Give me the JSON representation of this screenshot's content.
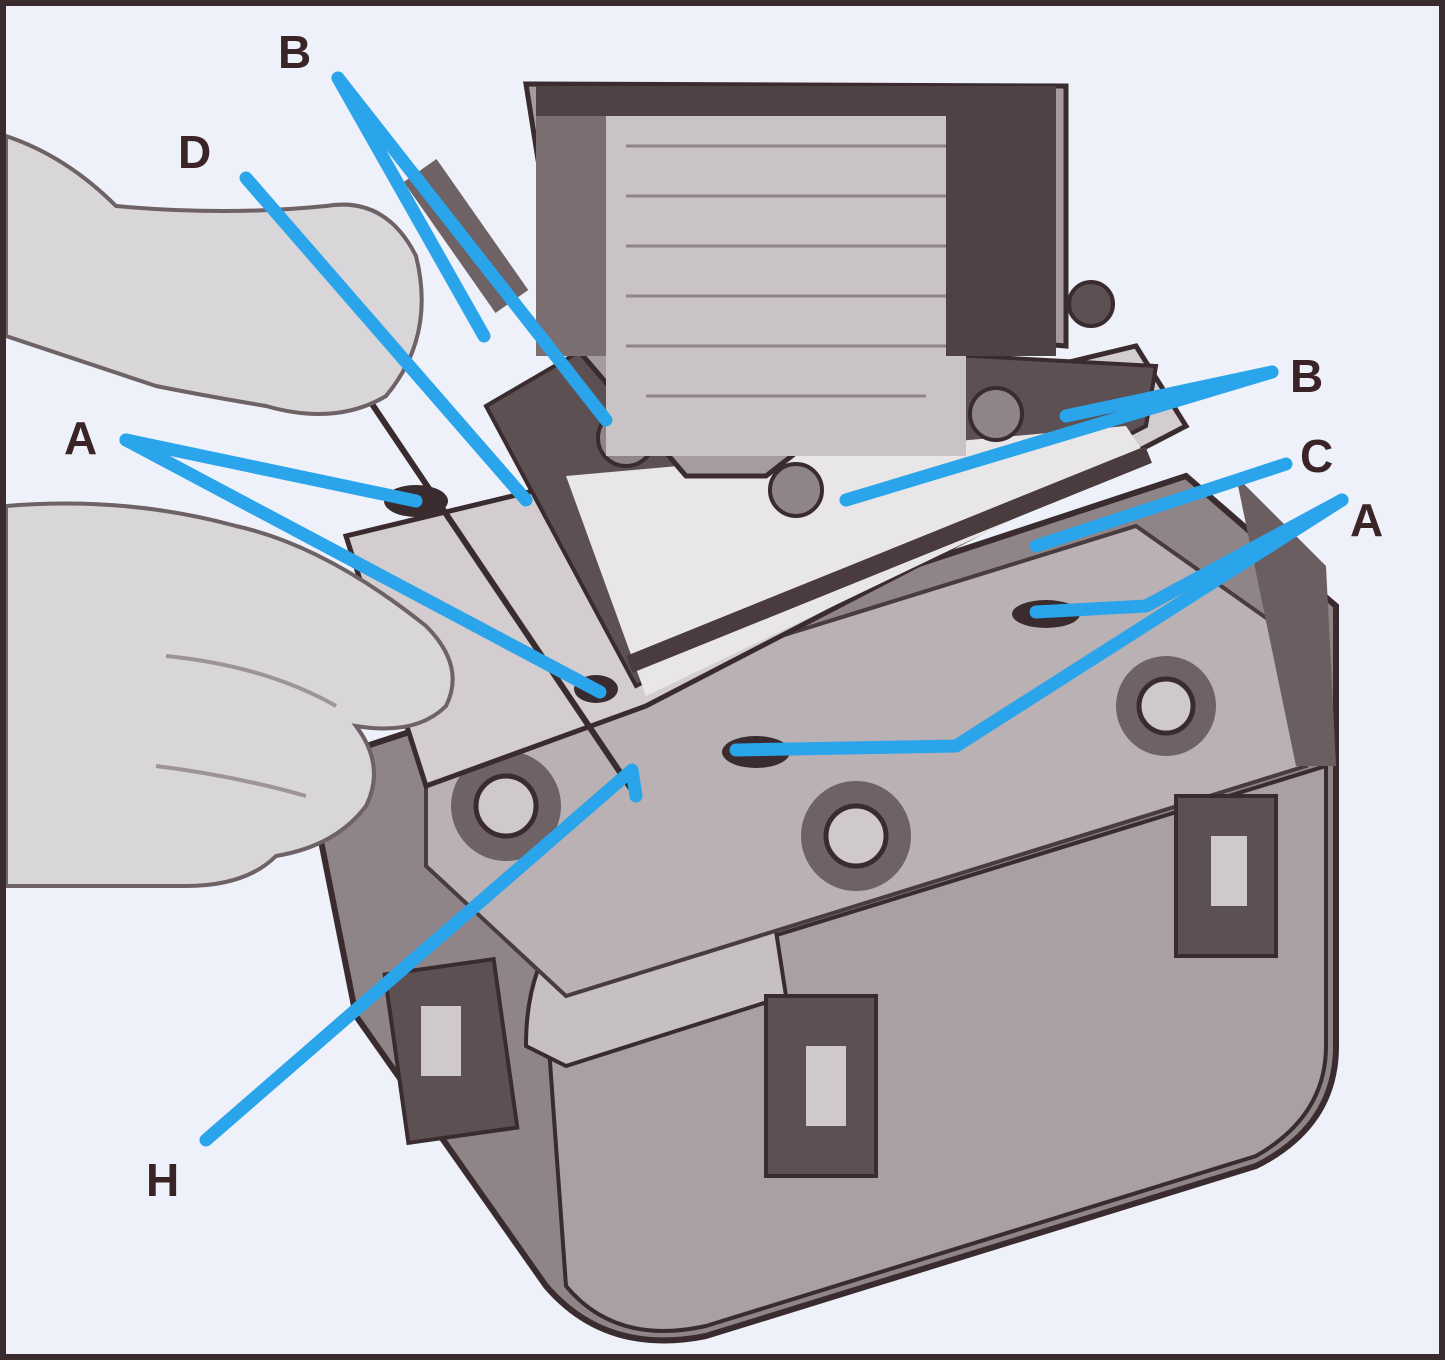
{
  "colors": {
    "background": "#eef1f9",
    "frame": "#3a2c2e",
    "leader": "#2aa4ea",
    "label": "#3a2426",
    "metal_dark": "#5d5053",
    "metal_mid": "#9e9496",
    "metal_light": "#cfc9cb",
    "hand": "#d9d6da"
  },
  "labels": {
    "b_top": "B",
    "d": "D",
    "a_left": "A",
    "b_right": "B",
    "c": "C",
    "a_right": "A",
    "h": "H"
  },
  "icons": {
    "left_hand": "hand-icon",
    "screwdriver": "screwdriver-icon",
    "magnet_coil": "coil-icon"
  }
}
